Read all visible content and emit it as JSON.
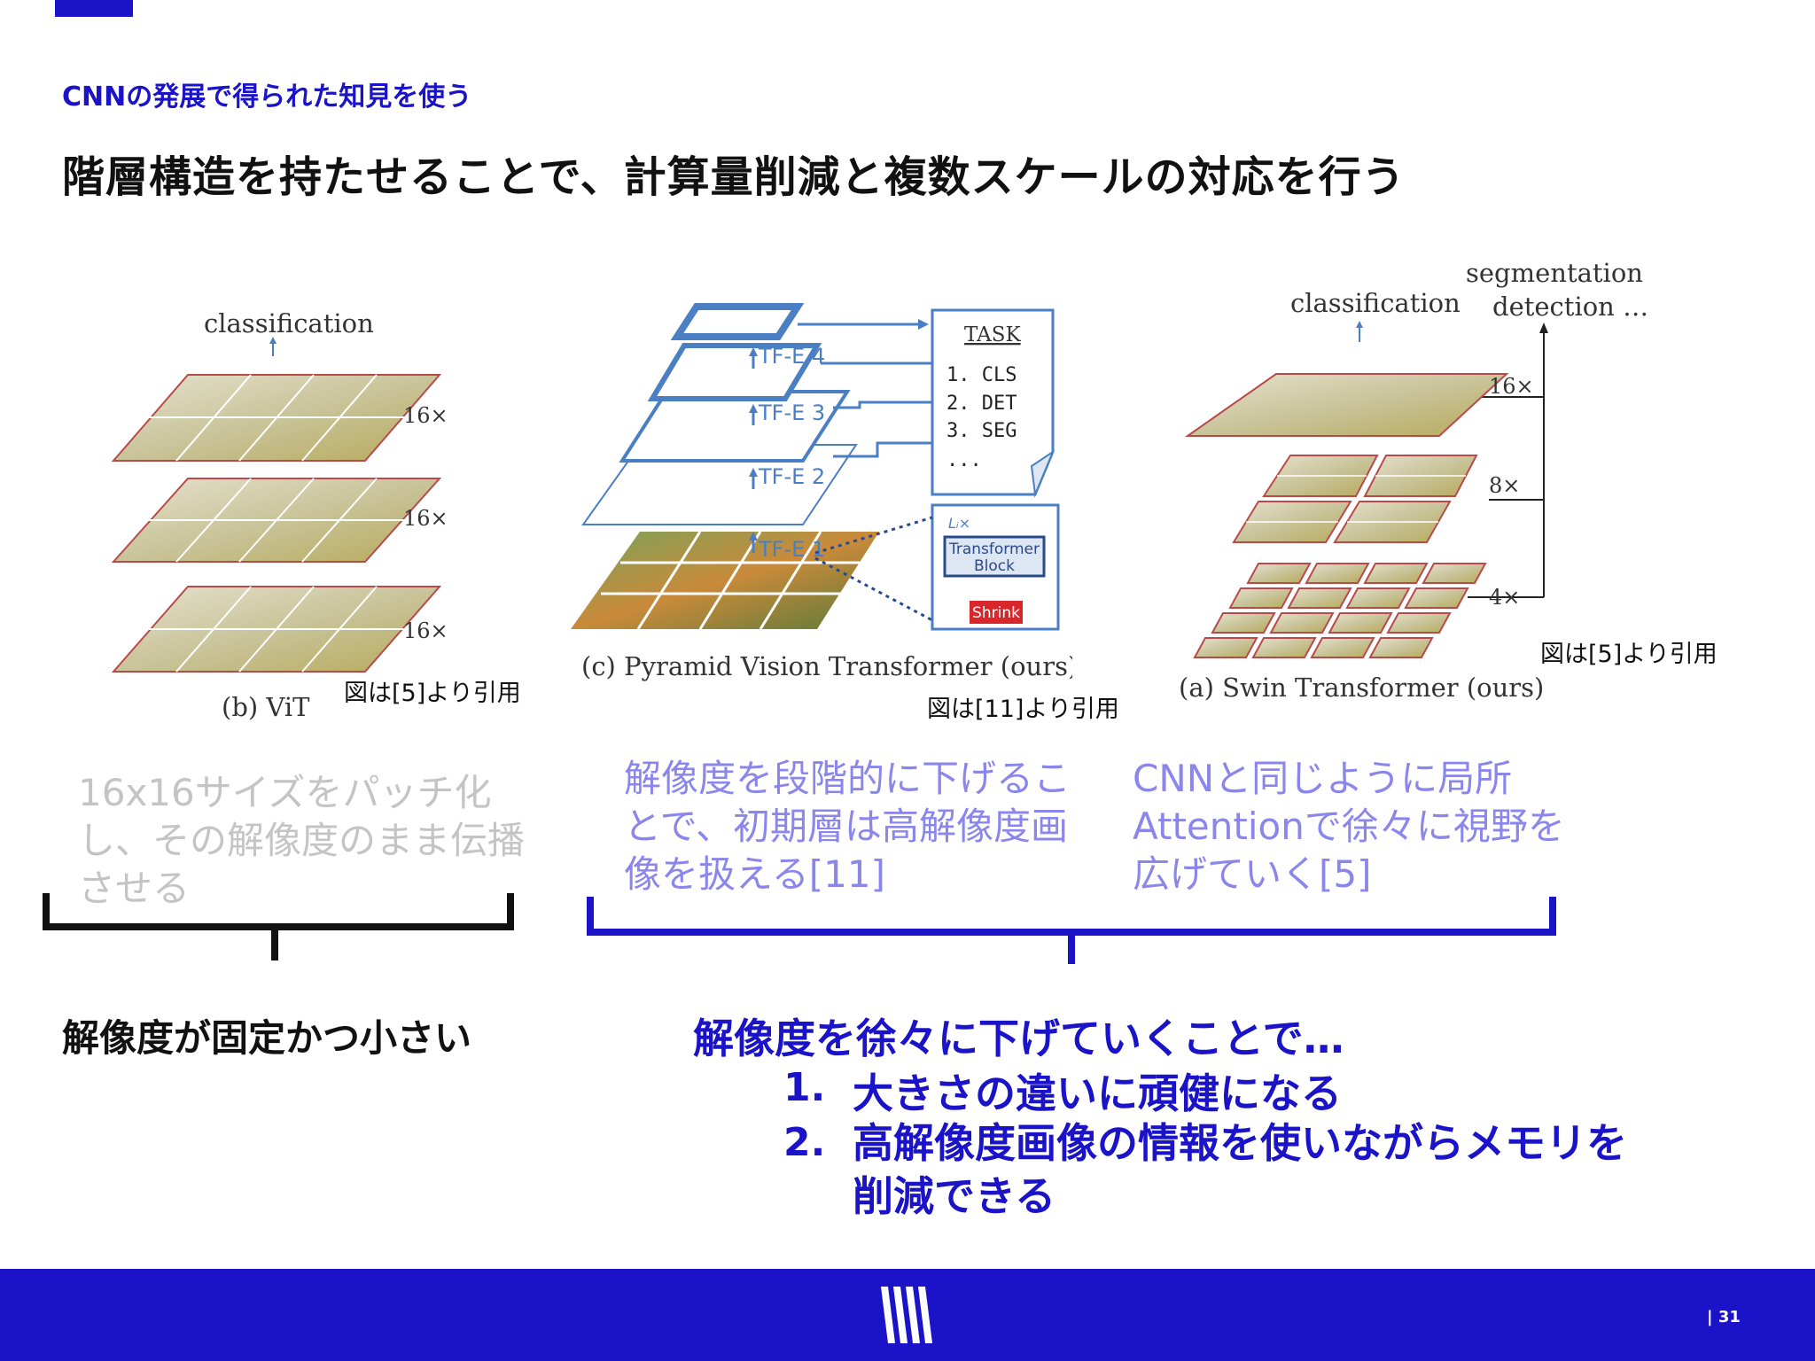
{
  "header": {
    "subtitle": "CNNの発展で得られた知見を使う",
    "title": "階層構造を持たせることで、計算量削減と複数スケールの対応を行う"
  },
  "figures": {
    "vit": {
      "top_label": "classification",
      "scale_labels": [
        "16×",
        "16×",
        "16×"
      ],
      "caption": "(b) ViT",
      "credit": "図は[5]より引用"
    },
    "pvt": {
      "stage_labels": [
        "TF-E 4",
        "TF-E 3",
        "TF-E 2",
        "TF-E 1"
      ],
      "task_title": "TASK",
      "task_items": [
        "1. CLS",
        "2. DET",
        "3. SEG",
        "..."
      ],
      "block_repeat": "Lᵢ×",
      "block_label_1": "Transformer",
      "block_label_2": "Block",
      "shrink_label": "Shrink",
      "caption": "(c) Pyramid Vision Transformer (ours)",
      "credit": "図は[11]より引用"
    },
    "swin": {
      "top_label_left": "classification",
      "top_label_right_1": "segmentation",
      "top_label_right_2": "detection …",
      "scale_labels": [
        "16×",
        "8×",
        "4×"
      ],
      "caption": "(a) Swin Transformer (ours)",
      "credit": "図は[5]より引用"
    }
  },
  "descriptions": {
    "vit": "16x16サイズをパッチ化し、その解像度のまま伝播させる",
    "pvt": "解像度を段階的に下げることで、初期層は高解像度画像を扱える[11]",
    "swin": "CNNと同じように局所Attentionで徐々に視野を広げていく[5]"
  },
  "conclusions": {
    "left": "解像度が固定かつ小さい",
    "right_lead": "解像度を徐々に下げていくことで…",
    "points": [
      {
        "num": "1.",
        "text": "大きさの違いに頑健になる"
      },
      {
        "num": "2.",
        "text": "高解像度画像の情報を使いながらメモリを削減できる"
      }
    ]
  },
  "footer": {
    "page_number": "| 31"
  },
  "colors": {
    "accent": "#1a13c7",
    "muted_gray": "#c4c4c4",
    "light_blue": "#8a86ec",
    "figure_blue": "#4a7fc4",
    "figure_red": "#b84a4a"
  },
  "icons": {
    "logo": "stripes-logo-icon"
  }
}
